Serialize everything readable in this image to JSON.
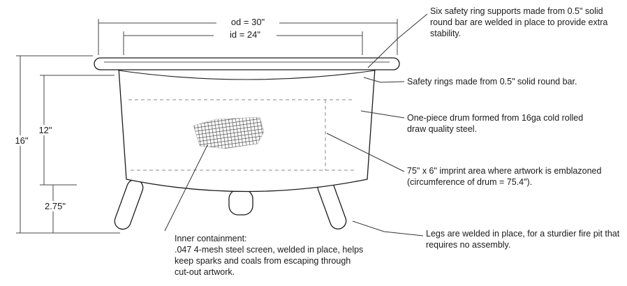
{
  "colors": {
    "ink": "#1a1a1a",
    "background": "#ffffff",
    "dashed": "#888888"
  },
  "dimensions": {
    "outer_diameter": "od = 30\"",
    "inner_diameter": "id = 24\"",
    "total_height": "16\"",
    "drum_height": "12\"",
    "leg_height": "2.75\""
  },
  "callouts": {
    "ring_supports": "Six safety ring supports made from 0.5\" solid round bar are welded in place to provide extra stability.",
    "safety_rings": "Safety rings made from 0.5\" solid round bar.",
    "drum": "One-piece drum formed from 16ga cold rolled draw quality steel.",
    "imprint_area": "75\" x 6\" imprint area where artwork is emblazoned (circumference of drum = 75.4\").",
    "legs": "Legs are welded in place, for a sturdier fire pit that requires no assembly.",
    "containment_title": "Inner containment:",
    "containment_body": ".047 4-mesh steel screen, welded in place, helps keep sparks and coals from escaping through cut-out artwork."
  }
}
